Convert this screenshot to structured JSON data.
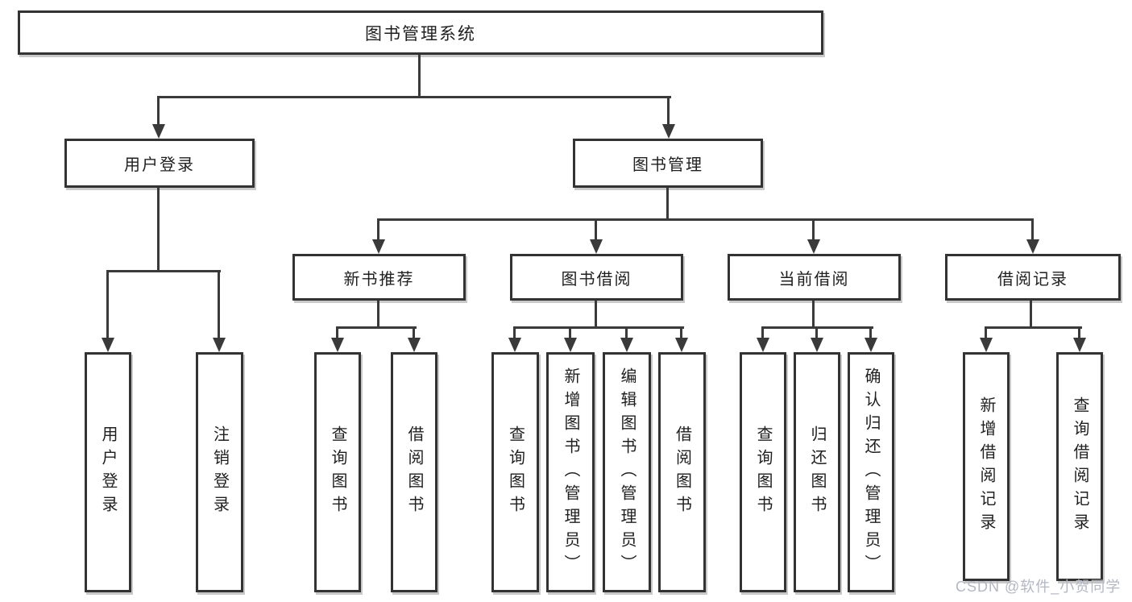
{
  "diagram": {
    "root": {
      "label": "图书管理系统"
    },
    "branches": [
      {
        "label": "用户登录",
        "leaves": [
          "用户登录",
          "注销登录"
        ]
      },
      {
        "label": "图书管理",
        "children": [
          {
            "label": "新书推荐",
            "leaves": [
              "查询图书",
              "借阅图书"
            ]
          },
          {
            "label": "图书借阅",
            "leaves": [
              "查询图书",
              "新增图书（管理员）",
              "编辑图书（管理员）",
              "借阅图书"
            ]
          },
          {
            "label": "当前借阅",
            "leaves": [
              "查询图书",
              "归还图书",
              "确认归还（管理员）"
            ]
          },
          {
            "label": "借阅记录",
            "leaves": [
              "新增借阅记录",
              "查询借阅记录"
            ]
          }
        ]
      }
    ]
  },
  "watermark": {
    "text": "CSDN @软件_小贺同学"
  },
  "colors": {
    "line": "#3a3a3a",
    "box_border": "#333333",
    "box_fill": "#ffffff",
    "text": "#1f1f1f",
    "watermark_text": "#b3b7c2"
  }
}
